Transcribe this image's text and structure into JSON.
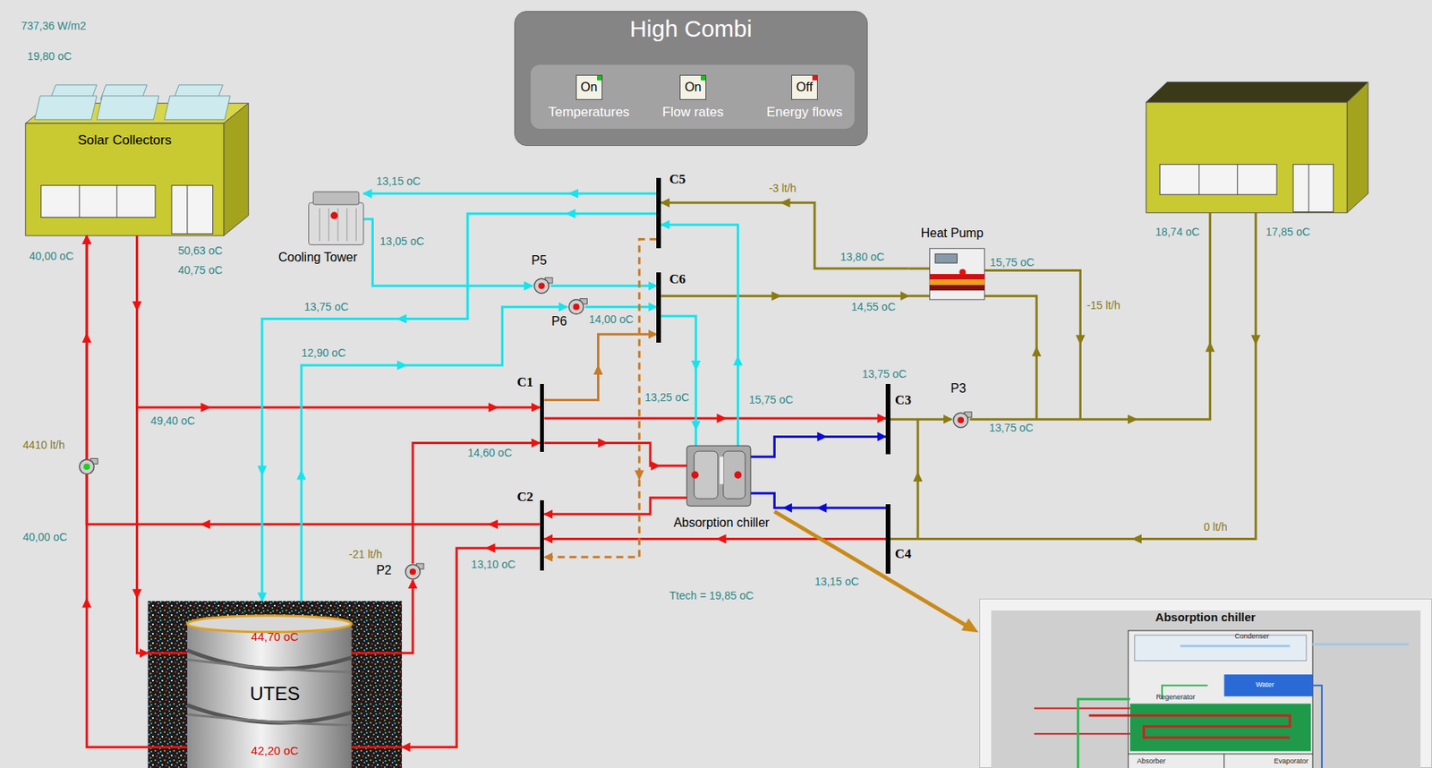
{
  "diagram": {
    "nodes": [
      {
        "text": [
          "High Combi"
        ]
      },
      {
        "text": [
          "On",
          "Temperatures"
        ],
        "in": 0
      },
      {
        "text": [
          "On",
          "Flow rates"
        ],
        "in": 0
      },
      {
        "text": [
          "Off",
          "Energy flows"
        ],
        "in": 0
      },
      {
        "text": [
          "Solar Collectors"
        ]
      },
      {
        "text": [
          "Cooling Tower"
        ]
      },
      {
        "text": [
          "C5"
        ]
      },
      {
        "text": [
          "C6"
        ]
      },
      {
        "text": [
          "Heat Pump"
        ]
      },
      {
        "text": [
          "P5"
        ]
      },
      {
        "text": [
          "P6"
        ]
      },
      {
        "text": [
          "C1"
        ]
      },
      {
        "text": [
          "C3"
        ]
      },
      {
        "text": [
          "P3"
        ]
      },
      {
        "text": [
          "Absorption chiller"
        ]
      },
      {
        "text": [
          "C2"
        ]
      },
      {
        "text": [
          "C4"
        ]
      },
      {
        "text": [
          "P2"
        ]
      },
      {
        "text": [
          "44,70 oC",
          "UTES",
          "42,20 oC"
        ]
      },
      {
        "text": [
          "Absorption chiller"
        ]
      }
    ],
    "edges": [
      {
        "from": 4,
        "to": 18,
        "arrow": "to"
      },
      {
        "from": 18,
        "to": 4,
        "arrow": "to"
      },
      {
        "from": 4,
        "to": 11,
        "arrow": "to"
      },
      {
        "from": 15,
        "to": 4,
        "arrow": "to"
      },
      {
        "from": 18,
        "to": 17,
        "arrow": "to"
      },
      {
        "from": 17,
        "to": 11,
        "arrow": "to"
      },
      {
        "from": 11,
        "to": 14,
        "arrow": "to"
      },
      {
        "from": 14,
        "to": 15,
        "arrow": "to"
      },
      {
        "from": 11,
        "to": 12,
        "arrow": "to"
      },
      {
        "from": 16,
        "to": 15,
        "arrow": "to"
      },
      {
        "from": 15,
        "to": 18,
        "arrow": "to"
      },
      {
        "from": 14,
        "to": 12,
        "arrow": "to"
      },
      {
        "from": 16,
        "to": 14,
        "arrow": "to"
      },
      {
        "from": 12,
        "to": 13,
        "arrow": "to"
      },
      {
        "from": 8,
        "to": 6,
        "arrow": "to"
      },
      {
        "from": 7,
        "to": 8,
        "arrow": "to"
      },
      {
        "from": 6,
        "to": 5,
        "arrow": "to"
      },
      {
        "from": 5,
        "to": 9,
        "arrow": "to"
      },
      {
        "from": 9,
        "to": 7,
        "arrow": "to"
      },
      {
        "from": 6,
        "to": 18,
        "arrow": "to"
      },
      {
        "from": 18,
        "to": 10,
        "arrow": "to"
      },
      {
        "from": 10,
        "to": 7,
        "arrow": "to"
      },
      {
        "from": 7,
        "to": 14,
        "arrow": "to"
      },
      {
        "from": 14,
        "to": 6,
        "arrow": "to"
      },
      {
        "from": 11,
        "to": 7,
        "arrow": "to"
      },
      {
        "from": 6,
        "to": 15,
        "arrow": "to"
      }
    ],
    "labels": [
      "737,36 W/m2",
      "19,80 oC",
      "40,00 oC",
      "50,63 oC",
      "40,75 oC",
      "13,15 oC",
      "13,05 oC",
      "13,75 oC",
      "12,90 oC",
      "-3 lt/h",
      "13,80 oC",
      "14,55 oC",
      "15,75 oC",
      "-15 lt/h",
      "18,74 oC",
      "17,85 oC",
      "14,00 oC",
      "13,25 oC",
      "15,75 oC",
      "13,75 oC",
      "13,75 oC",
      "49,40 oC",
      "14,60 oC",
      "4410 lt/h",
      "40,00 oC",
      "-21 lt/h",
      "13,10 oC",
      "0 lt/h",
      "13,15 oC",
      "Ttech = 19,85 oC",
      "Condenser",
      "Water",
      "Regenerator",
      "Absorber",
      "Evaporator"
    ]
  }
}
